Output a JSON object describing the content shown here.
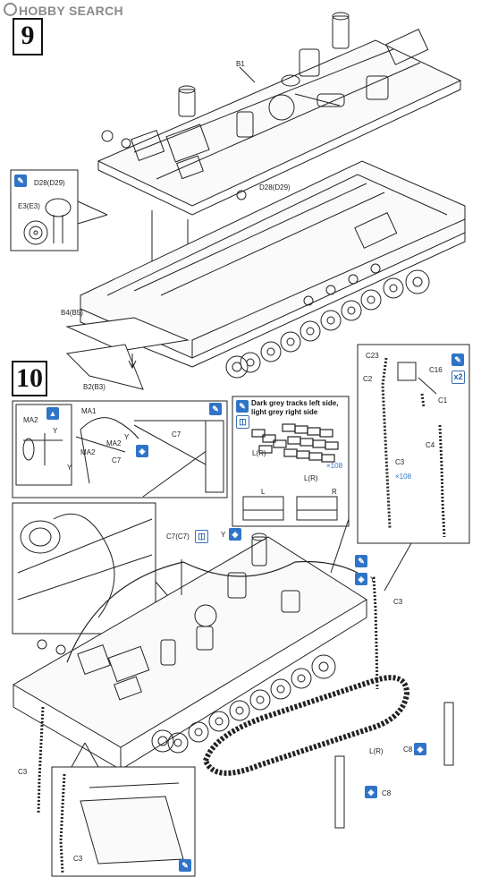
{
  "header": {
    "brand_text": "HOBBY SEARCH"
  },
  "steps": {
    "step9": "9",
    "step10": "10"
  },
  "step9_labels": {
    "b1": "B1",
    "d28_top": "D28(D29)",
    "e3": "E3(E3)",
    "d28_bottom": "D28(D29)",
    "b4": "B4(B5)",
    "b2": "B2(B3)"
  },
  "step10_labels": {
    "ma2_left": "MA2",
    "ma1": "MA1",
    "y_left": "Y",
    "ma2_mid": "MA2",
    "ma2_low": "MA2",
    "c7_inset": "C7",
    "y_inset": "Y",
    "y_inset2": "Y",
    "c7_main": "C7(C7)",
    "y_main": "Y",
    "y_right": "Y",
    "c3_right": "C3",
    "c3_left": "C3",
    "c3_inset": "C3",
    "l_r_main": "L(R)",
    "c8_right": "C8",
    "c8_bottom": "C8"
  },
  "tracks_panel": {
    "note": "Dark grey tracks left side, light grey right side",
    "l_r_1": "L(R)",
    "l_r_2": "L(R)",
    "sprue_l": "L",
    "sprue_r": "R",
    "count_1": "×108",
    "count_2": ""
  },
  "track_links_panel": {
    "c23": "C23",
    "c2": "C2",
    "c16": "C16",
    "c1": "C1",
    "c4": "C4",
    "c3": "C3",
    "count": "×108"
  },
  "icons": {
    "pencil": "pencil-icon",
    "paint_drop": "paint-drop-icon",
    "cement": "cement-icon",
    "repeat_x2": "x2-icon",
    "option": "option-icon"
  },
  "colors": {
    "line": "#222222",
    "icon_blue": "#2f74c7",
    "brand_grey": "#8a8a8a"
  }
}
